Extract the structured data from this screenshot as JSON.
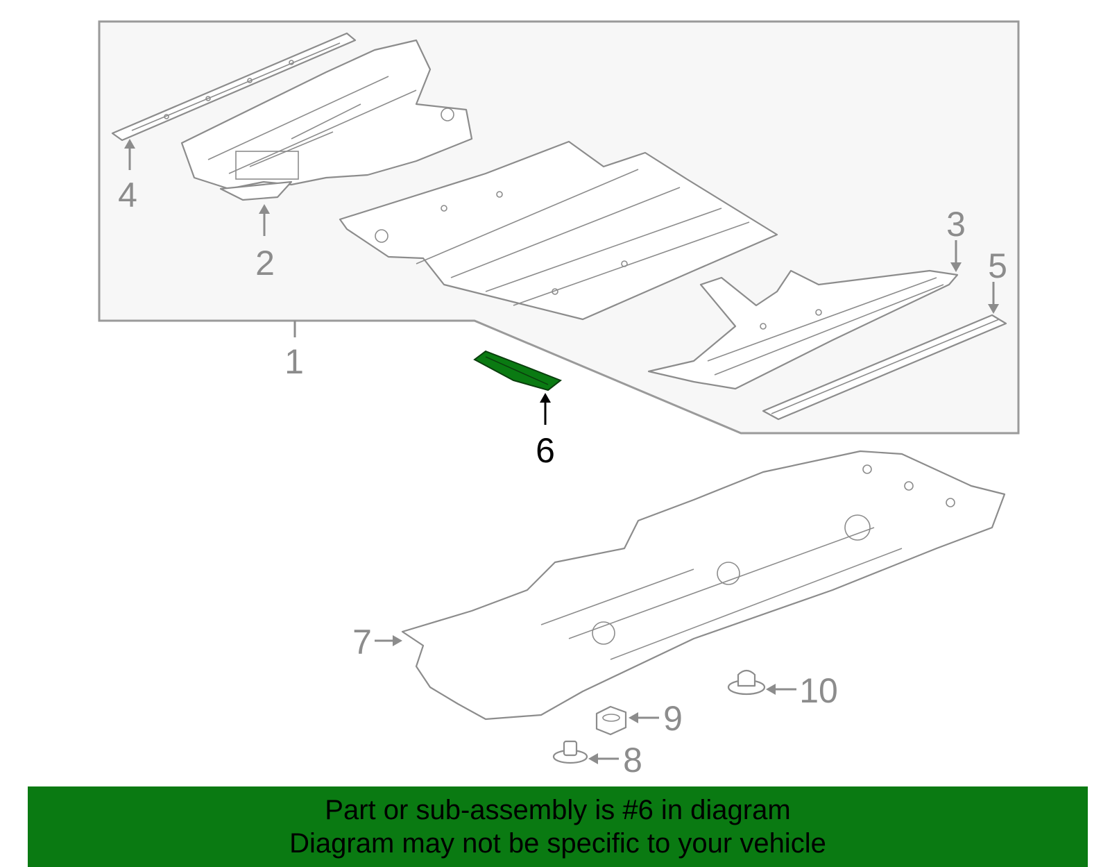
{
  "diagram": {
    "callouts": [
      "1",
      "2",
      "3",
      "4",
      "5",
      "6",
      "7",
      "8",
      "9",
      "10"
    ],
    "highlighted_callout": "6",
    "colors": {
      "line": "#8c8c8c",
      "highlight_part": "#0a7a12",
      "banner": "#0a7a12",
      "panel": "#f7f7f7"
    }
  },
  "banner": {
    "line1": "Part or sub-assembly is #6 in diagram",
    "line2": "Diagram may not be specific to your vehicle"
  }
}
